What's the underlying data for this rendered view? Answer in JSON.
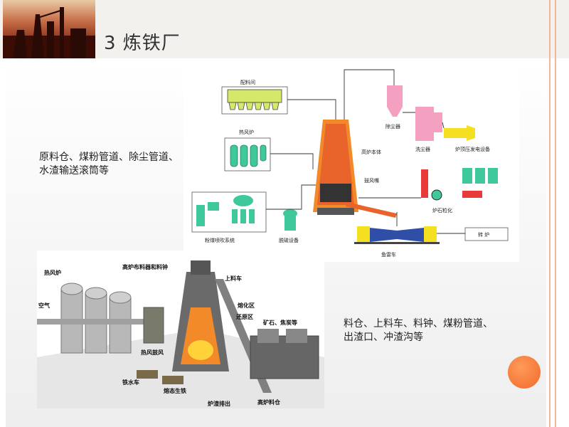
{
  "slide": {
    "title": "3 炼铁厂",
    "caption_top": "原料仓、煤粉管道、除尘管道、水渣输送滚筒等",
    "caption_bottom": "料仓、上料车、料钟、煤粉管道、出渣口、冲渣沟等"
  },
  "top_diagram": {
    "labels": {
      "batching": "配料间",
      "hot_stove": "热风炉",
      "pulverized_coal": "粉煤喷吹系统",
      "desulfur": "脱硫设备",
      "blast_furnace": "高炉本体",
      "tuyere": "鼓风嘴",
      "dust_catcher": "除尘器",
      "scrubber": "洗尘器",
      "trt": "炉顶压发电设备",
      "slag": "炉石粒化",
      "torpedo": "鱼雷车",
      "converter": "转 炉"
    }
  },
  "bottom_diagram": {
    "labels": {
      "hot_stove": "热风炉",
      "air": "空气",
      "top_charging": "高炉布料器和料钟",
      "skip_car": "上料车",
      "melting_zone": "熔化区",
      "reduction_zone": "还原区",
      "ore_coke": "矿石、焦炭等",
      "hot_blast": "热风鼓风",
      "iron_car": "铁水车",
      "molten_iron": "熔态生铁",
      "slag_out": "炉渣排出",
      "bf_bin": "高炉料仓"
    }
  },
  "colors": {
    "accent": "#f26a2a",
    "side_line": "#f0b79a"
  }
}
